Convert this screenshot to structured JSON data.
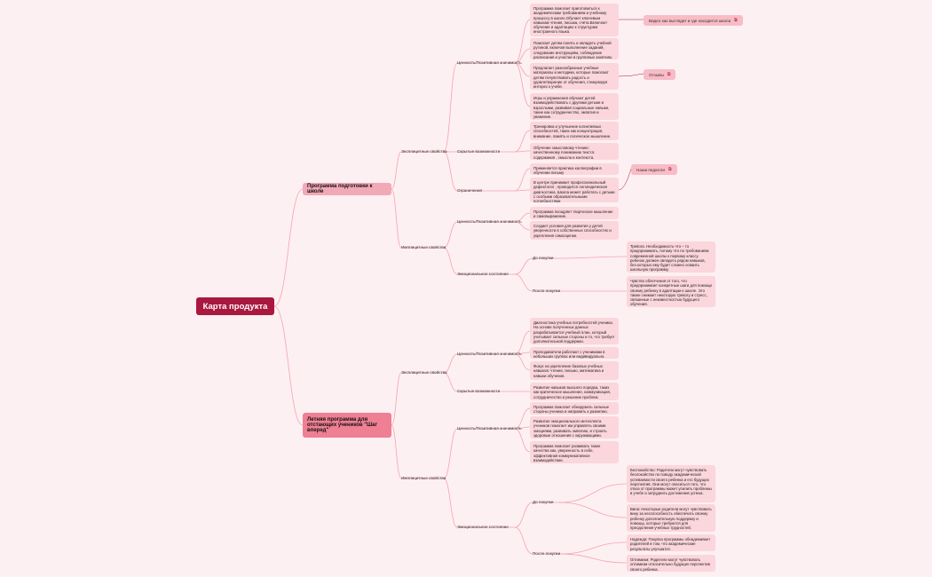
{
  "root": "Карта продукта",
  "b1": {
    "title": "Программа подготовки к школе",
    "explicit": "Эксплицитные свойства",
    "value": "Ценность/Позитивная значимость",
    "v1": "Программа помогает приготовиться к академическим требованиям и учебному процессу в школе.Обучает ключевым навыкам чтения, письма, счёта.Включает обучение и адаптацию к структурам иностранного языка.",
    "v2": "Помогает детям понять и овладеть учебной рутиной, включая выполнение заданий, следование инструкциям, соблюдение расписания и участие в групповых занятиях.",
    "v3": "Предлагает разнообразные учебные материалы и методики, которые помогают детям почувствовать радость и удовлетворение от обучения, стимулируя интерес к учебе.",
    "v4": "Игры и упражнения обучают детей взаимодействовать с другими детьми и взрослыми, развивая социальные навыки, такие как сотрудничество, эмпатия и уважение.",
    "hidden": "Скрытые возможности",
    "h1": "Тренировка и улучшение когнитивных способностей, таких как концентрация, внимание, память и логическое мышление.",
    "h2": "Обучение смысловому чтению: качественному пониманию текста: содержания , смысла и контекста.",
    "limit": "Ограничения",
    "l1": "Применяется практика каллиграфии в обучении письму",
    "l2": "В центре принимает профессиональный дефектолог , проводится логопедическая диагностика. Школа может работать с детьми с особыми образовательными потребностями",
    "implicit": "Имплицитные свойства",
    "ivalue": "Ценность/Позитивная значимость",
    "iv1": "Программа поощряет творческое мышление и самовыражение.",
    "iv2": "Создает условия для развития у детей уверенности в собственных способностях и укрепления самооценки.",
    "emo": "Эмоциональное состояние",
    "before": "До покупки",
    "before_t": " Тревога. Необходимость что – то предпринимать, потому что по требованиям современной школы к первому классу ребенок должен овладеть рядом навыков, без которых ему будет сложно осваить школьную программу.",
    "after": "После покупки",
    "after_t": "Чувство облегчения от того, что предпринимает конкретные шаги для помощи своему ребенку в адаптации к школе. Это также снимает некоторую тревогу и стресс, связанные с неизвестностью будущего обучения."
  },
  "links": {
    "video": "Видео как выглядит и где находится школа",
    "reviews": "Отзывы",
    "teachers": "Наши педагоги",
    "icon": "external-link-icon"
  },
  "b2": {
    "title": "Летняя программа для отстающих учеников \"Шаг вперед\"",
    "explicit": "Эксплицитные свойства",
    "value": "Ценность/Позитивная значимость",
    "v1": "Диагностика учебных потребностей ученика. На основе полученных данных разрабатывается учебный план, который учитывает сильные стороны и то, что требует дополнительной поддержки.",
    "v2": "Преподаватели работают с учениками в небольших группах или индивидуально.",
    "v3": "Фокус на укрепление базовых учебных навыков: чтение, письмо, математика и навыки обучения.",
    "hidden": "Скрытые возможности",
    "h1": "Развитие навыков высшего порядка, таких как критическое мышление, коммуникация, сотрудничество и решение проблем.",
    "implicit": "Имплицитные свойства",
    "ivalue": "Ценность/Позитивная значимость",
    "iv1": "Программа помогает обнаружить сильные стороны ученика и направить к развитию.",
    "iv2": "Развитие эмоционального интеллекта учеников помогает им управлять своими эмоциями, развивать эмпатию, и строить здоровые отношения с окружающими.",
    "iv3": "Программа помогает развивать такие качества как, уверенность в себе, эффективная коммуникативное взаимодействие.",
    "emo": "Эмоциональное состояние",
    "before": "До покупки",
    "before1": "Беспокойство: Родители могут чувствовать беспокойство по поводу академической успеваемости своего ребенка и его будущих перспектив. Они могут опасаться того, что отказ от программы может усилить проблемы в учебе и затруднить достижение успеха.",
    "before2": "Вина: Некоторые родители могут чувствовать вину за несспособность обеспечить своему ребенку дополнительную поддержку и помощь, которые требуются для преодоления учебных трудностей.",
    "after": "После покупки",
    "after1": "Надежда: Покупка программы обнадеживает родителей в том, что академические результаты улучшатся.",
    "after2": "Оптимизм: Родители могут чувствовать оптимизм относительно будущих перспектив своего ребенка."
  }
}
